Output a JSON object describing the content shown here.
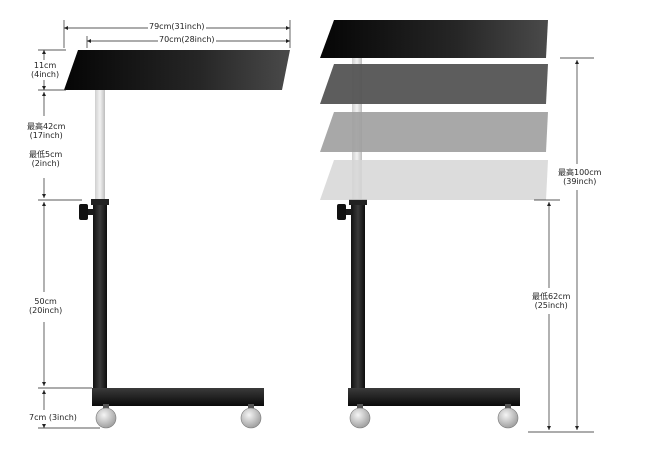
{
  "dimensions": {
    "total_width": "79cm(31inch)",
    "top_width": "70cm(28inch)",
    "top_thickness": {
      "metric": "11cm",
      "imperial": "(4inch)"
    },
    "max_extension": {
      "metric": "最高42cm",
      "imperial": "(17inch)"
    },
    "min_extension": {
      "metric": "最低5cm",
      "imperial": "(2inch)"
    },
    "column_height": {
      "metric": "50cm",
      "imperial": "(20inch)"
    },
    "base_height": {
      "metric": "7cm",
      "imperial": "(3inch)"
    },
    "max_height": {
      "metric": "最高100cm",
      "imperial": "(39inch)"
    },
    "min_height": {
      "metric": "最低62cm",
      "imperial": "(25inch)"
    }
  }
}
